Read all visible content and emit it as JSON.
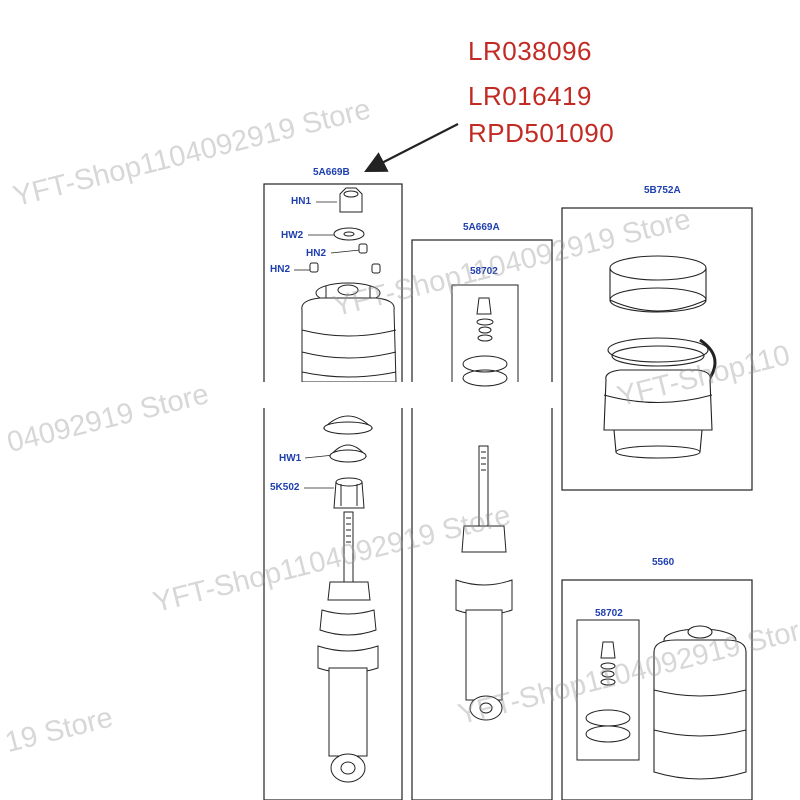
{
  "part_numbers": [
    "LR038096",
    "LR016419",
    "RPD501090"
  ],
  "assembly_labels": {
    "main": "5A669B",
    "middle": "5A669A",
    "top_right": "5B752A",
    "bottom_right": "5560"
  },
  "kit_labels": {
    "middle_kit": "58702",
    "bottom_right_kit": "58702"
  },
  "callouts": {
    "hn1": "HN1",
    "hw2": "HW2",
    "hn2_upper": "HN2",
    "hn2_left": "HN2",
    "hw1": "HW1",
    "k502": "5K502"
  },
  "watermarks": [
    "YFT-Shop1104092919 Store",
    "YFT-Shop1104092919 Store",
    "04092919 Store",
    "YFT-Shop1104092919 Store",
    "YFT-Shop1104092919 Store",
    "19 Store",
    "YFT-Shop110"
  ],
  "colors": {
    "part_number": "#c22a24",
    "label_blue": "#1f3fae",
    "line": "#222222"
  }
}
